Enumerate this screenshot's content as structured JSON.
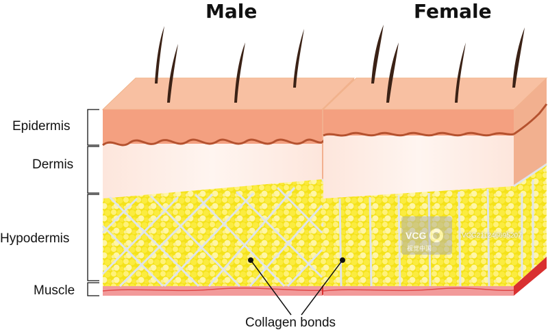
{
  "titles": {
    "male": "Male",
    "female": "Female"
  },
  "layer_labels": {
    "epidermis": "Epidermis",
    "dermis": "Dermis",
    "hypodermis": "Hypodermis",
    "muscle": "Muscle"
  },
  "caption": "Collagen bonds",
  "watermark": {
    "brand": "VCG",
    "brand_sub": "视觉中国",
    "id": "VCG211246695207"
  },
  "colors": {
    "epidermis": "#f4a383",
    "epidermis_top": "#f8c3a8",
    "dermis": "#fde8df",
    "fat": "#f8e81c",
    "fat_bubble": "#fff5a0",
    "fat_side": "#f0d800",
    "collagen": "#d8dde8",
    "muscle": "#e33a3a",
    "muscle_top": "#f2a0a0",
    "hair": "#3b2216",
    "wavy_border": "#b5522f",
    "outline": "#f0b48a"
  }
}
